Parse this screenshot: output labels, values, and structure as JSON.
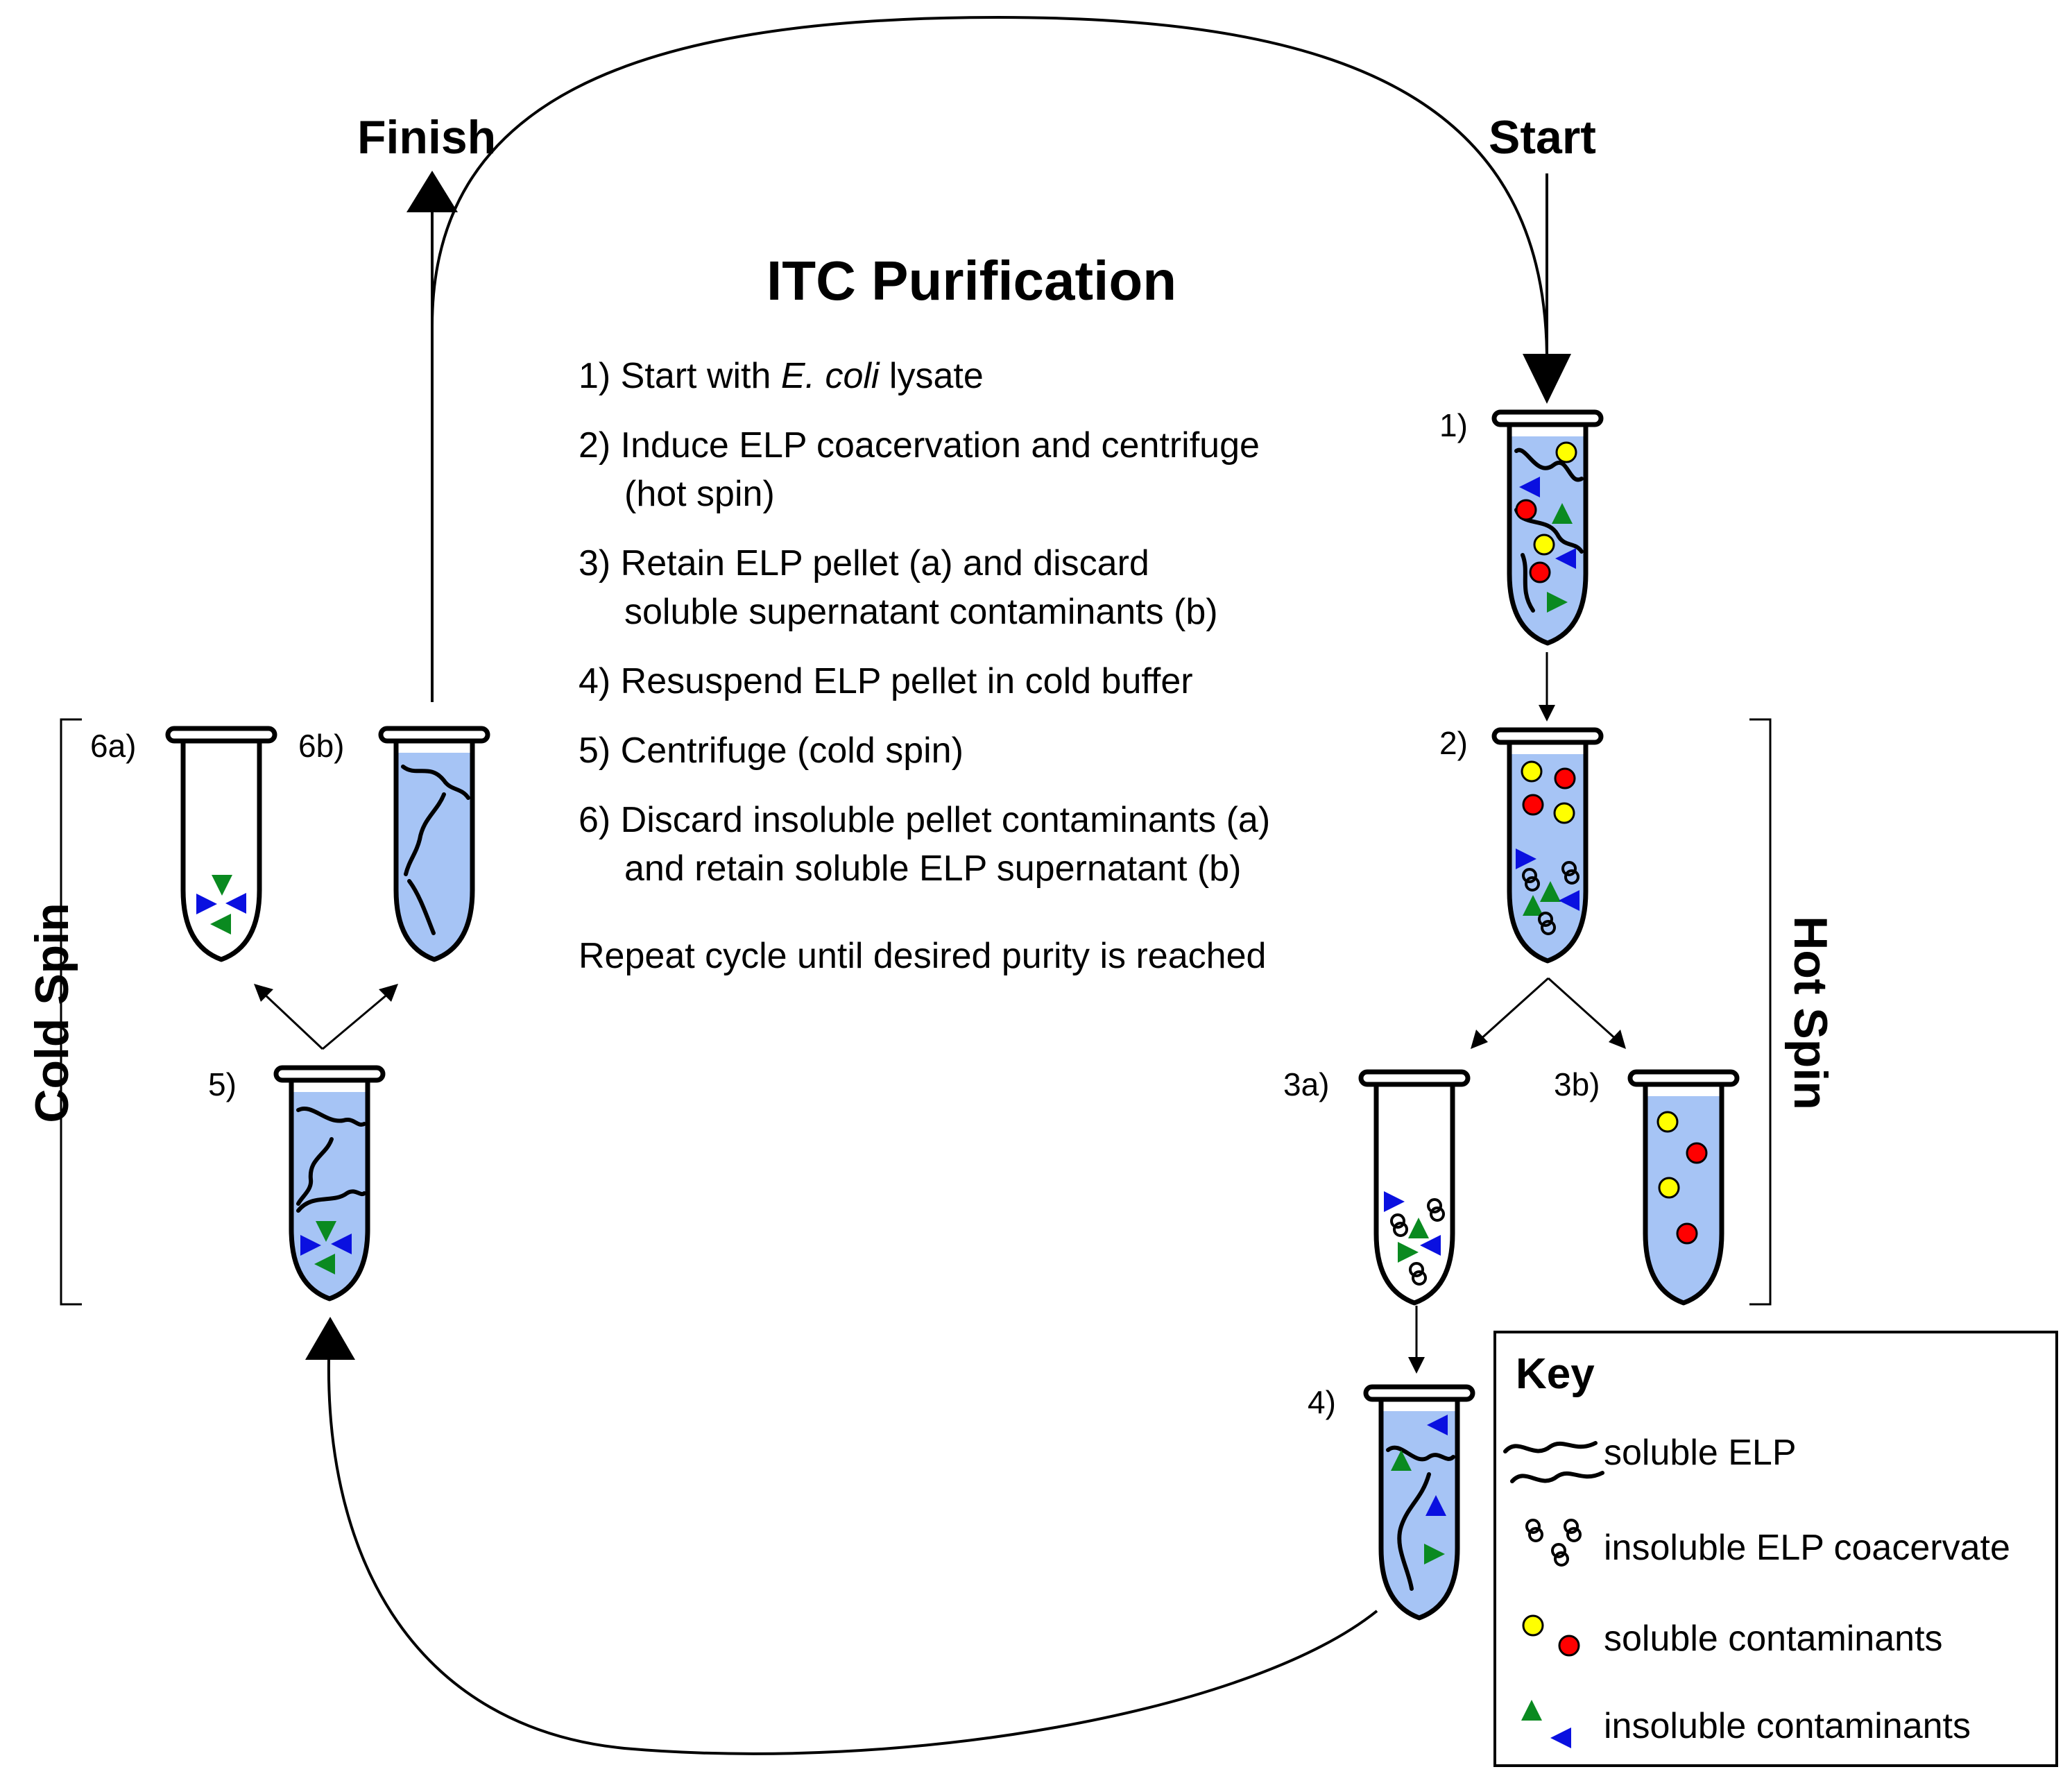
{
  "title": "ITC Purification",
  "start_label": "Start",
  "finish_label": "Finish",
  "hot_spin_label": "Hot Spin",
  "cold_spin_label": "Cold Spin",
  "steps": [
    {
      "pre": "1) Start with ",
      "italic": "E. coli",
      "post": " lysate"
    },
    {
      "text": "2) Induce ELP coacervation and centrifuge"
    },
    {
      "text": "(hot spin)"
    },
    {
      "text": "3) Retain ELP pellet (a) and discard"
    },
    {
      "text": "soluble supernatant contaminants (b)"
    },
    {
      "text": "4) Resuspend ELP pellet in cold buffer"
    },
    {
      "text": "5) Centrifuge (cold spin)"
    },
    {
      "text": "6) Discard insoluble pellet contaminants (a)"
    },
    {
      "text": "and retain soluble ELP supernatant (b)"
    }
  ],
  "repeat_text": "Repeat cycle until desired purity is reached",
  "tube_labels": {
    "t1": "1)",
    "t2": "2)",
    "t3a": "3a)",
    "t3b": "3b)",
    "t4": "4)",
    "t5": "5)",
    "t6a": "6a)",
    "t6b": "6b)"
  },
  "key": {
    "title": "Key",
    "soluble_elp": "soluble ELP",
    "insoluble_coacervate": "insoluble ELP coacervate",
    "soluble_contaminants": "soluble contaminants",
    "insoluble_contaminants": "insoluble contaminants"
  },
  "colors": {
    "liquid": "#a6c4f5",
    "yellow": "#ffff00",
    "red": "#ff0000",
    "green": "#0a8a20",
    "blue": "#0a10e0"
  }
}
